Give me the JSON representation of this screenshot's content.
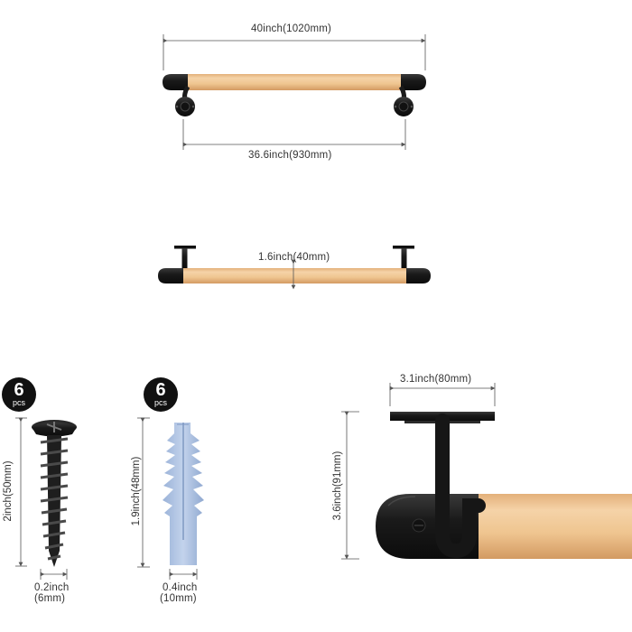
{
  "colors": {
    "wood_light": "#f2cfa3",
    "wood_mid": "#e6b885",
    "wood_dark": "#d39a62",
    "metal": "#1c1c1c",
    "plug": "#a9bfe0",
    "dim_line": "#555555"
  },
  "top_view": {
    "overall_length": "40inch(1020mm)",
    "bracket_span": "36.6inch(930mm)"
  },
  "side_view": {
    "diameter": "1.6inch(40mm)"
  },
  "screw": {
    "quantity": "6",
    "unit": "pcs",
    "length": "2inch(50mm)",
    "width_line1": "0.2inch",
    "width_line2": "(6mm)",
    "icon": "screw-icon"
  },
  "anchor": {
    "quantity": "6",
    "unit": "pcs",
    "length": "1.9inch(48mm)",
    "width_line1": "0.4inch",
    "width_line2": "(10mm)",
    "icon": "wall-anchor-icon"
  },
  "bracket_detail": {
    "plate_width": "3.1inch(80mm)",
    "height": "3.6inch(91mm)"
  }
}
